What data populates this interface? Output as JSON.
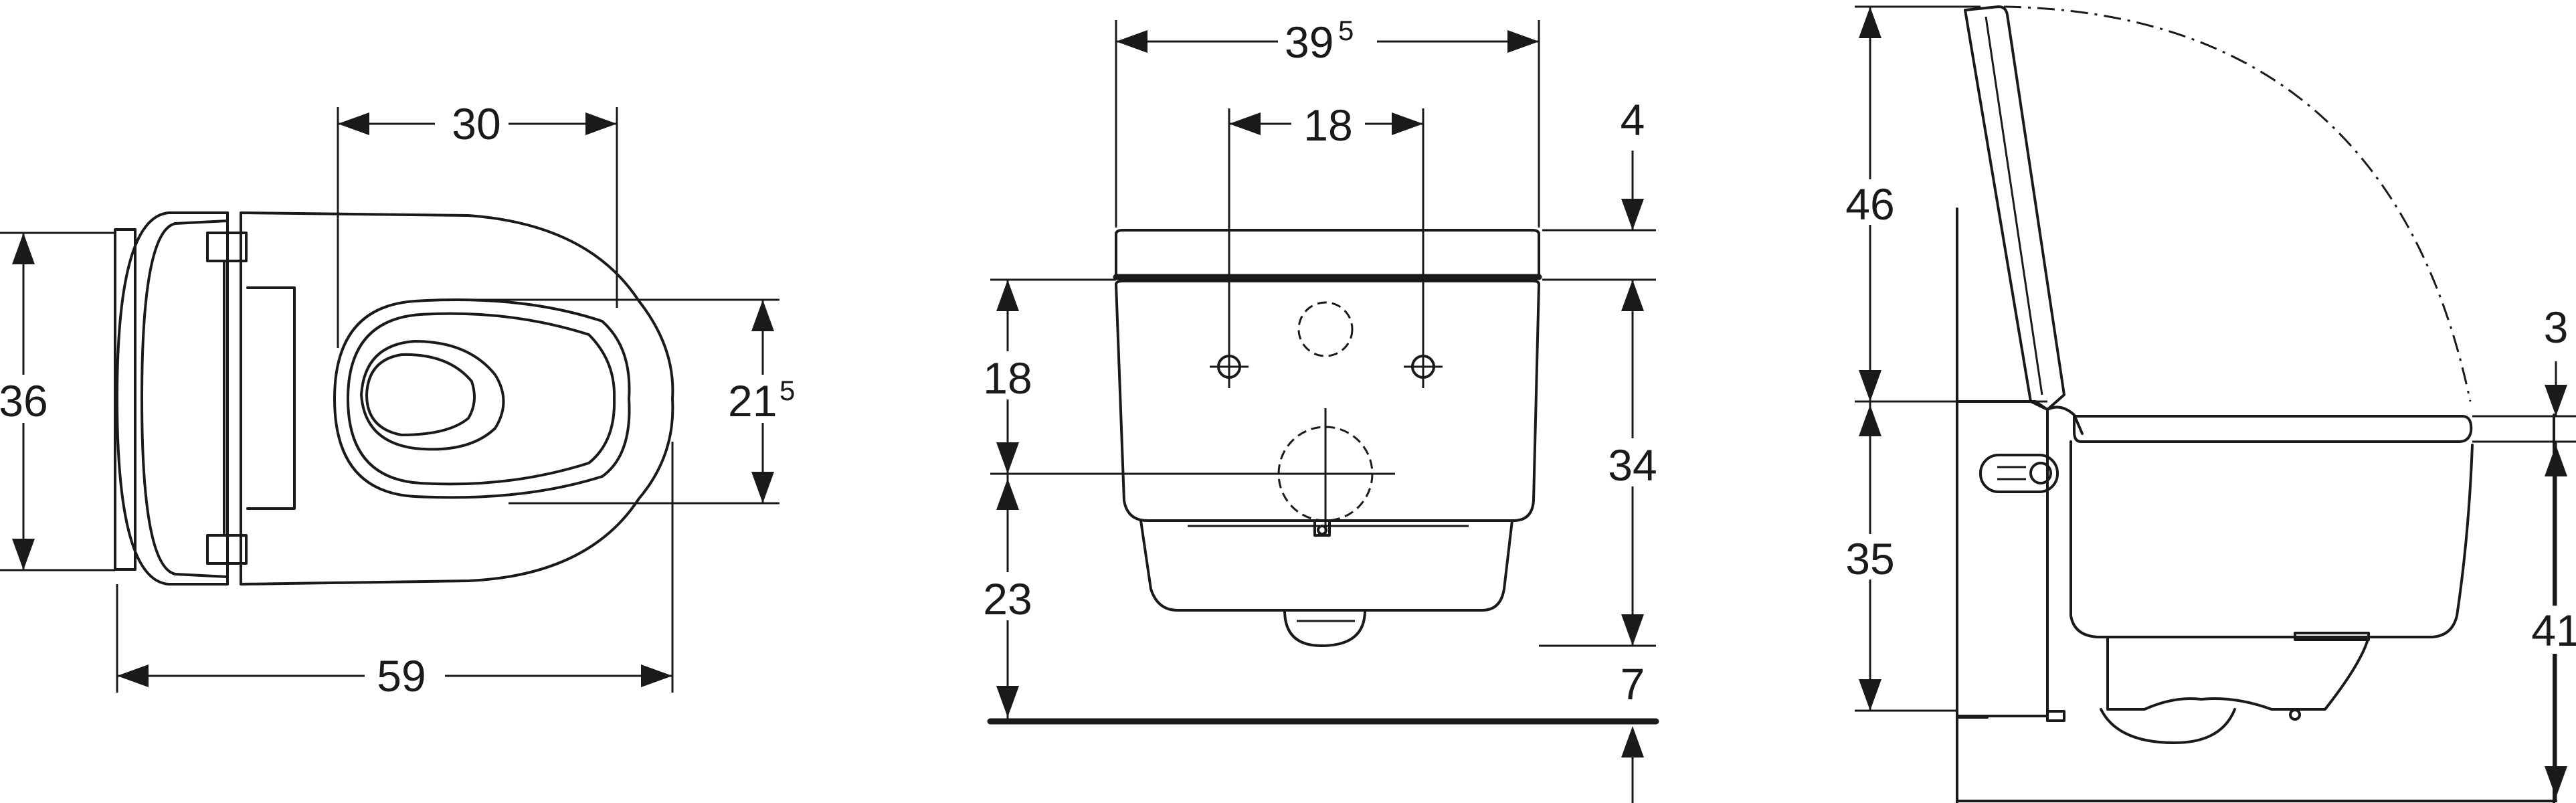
{
  "views": {
    "top": {
      "width_base": "30",
      "depth_outer": "36",
      "bowl_inner_base": "21",
      "bowl_inner_sup": "5",
      "length": "59"
    },
    "front": {
      "overall_width_base": "39",
      "overall_width_sup": "5",
      "fixing_spacing": "18",
      "seat_thickness": "4",
      "fixing_height": "18",
      "body_height": "34",
      "drain_height": "23",
      "underside_clearance": "7"
    },
    "side": {
      "lid_height": "46",
      "seat_gap": "3",
      "seat_height": "35",
      "rim_height": "41"
    }
  },
  "colors": {
    "line": "#1a1a1a",
    "background": "#ffffff"
  }
}
